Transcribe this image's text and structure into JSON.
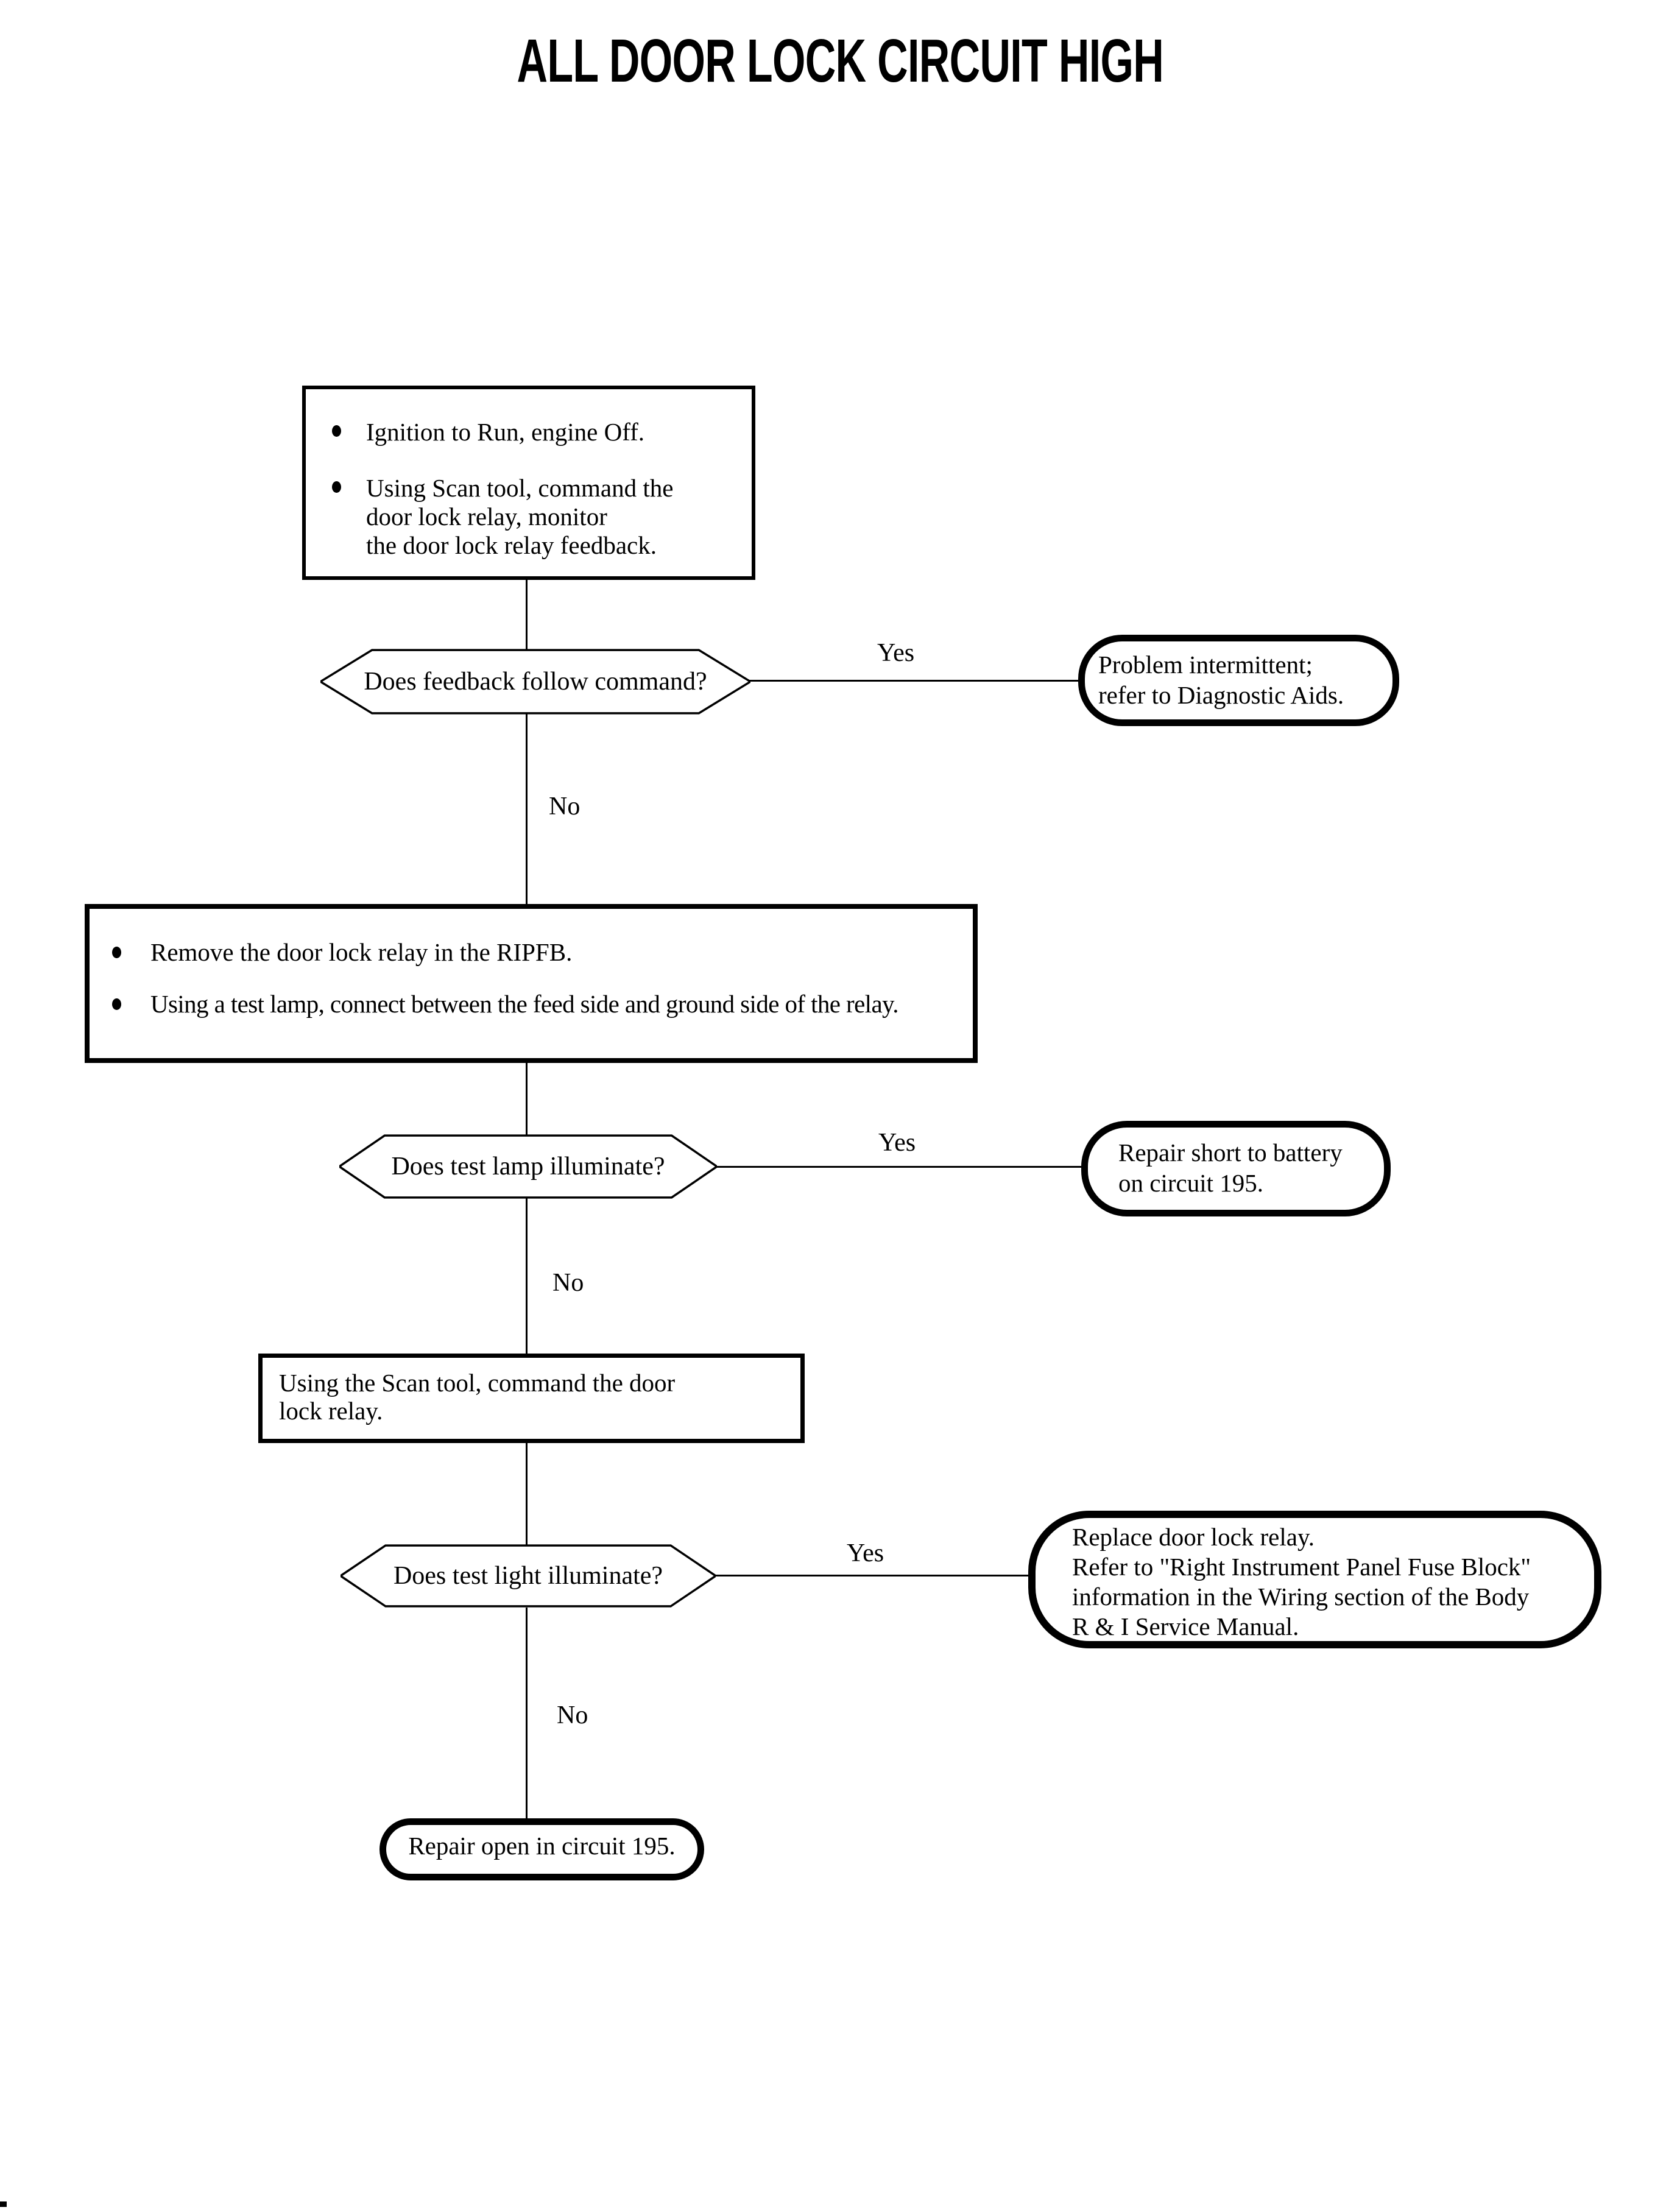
{
  "page_title": "ALL DOOR LOCK CIRCUIT HIGH",
  "steps": {
    "step1": {
      "bullets": [
        "Ignition to Run, engine Off.",
        "Using Scan tool, command the\ndoor lock relay, monitor\nthe door lock relay feedback."
      ]
    },
    "step2": {
      "bullets": [
        "Remove the door lock relay in the RIPFB.",
        "Using a test lamp, connect between the feed side and ground side of the relay."
      ]
    },
    "step3": {
      "text": "Using the Scan tool, command the door\nlock relay."
    }
  },
  "decisions": {
    "d1": {
      "question": "Does feedback follow command?",
      "yes_label": "Yes",
      "no_label": "No"
    },
    "d2": {
      "question": "Does test lamp illuminate?",
      "yes_label": "Yes",
      "no_label": "No"
    },
    "d3": {
      "question": "Does test light illuminate?",
      "yes_label": "Yes",
      "no_label": "No"
    }
  },
  "terminals": {
    "t1": {
      "text": "Problem intermittent;\nrefer to Diagnostic Aids."
    },
    "t2": {
      "text": "Repair short to battery\non circuit 195."
    },
    "t3": {
      "text": "Replace door lock relay.\nRefer to \"Right Instrument Panel Fuse Block\"\ninformation in the Wiring section of the Body\nR & I Service Manual."
    },
    "t4": {
      "text": "Repair open in circuit 195."
    }
  }
}
